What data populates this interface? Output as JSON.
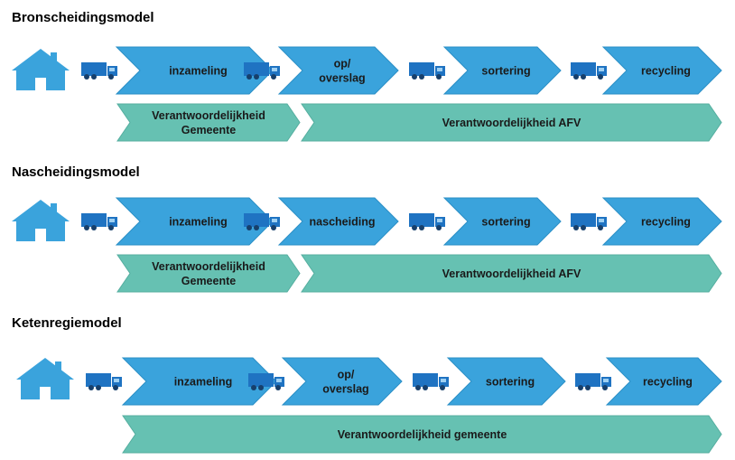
{
  "colors": {
    "arrow_fill": "#3aa3dc",
    "arrow_stroke": "#2b8fc6",
    "band_fill": "#66c1b2",
    "band_stroke": "#55ae9f",
    "house_fill": "#3aa3dc",
    "truck_fill": "#1f73c2"
  },
  "icons": {
    "house": "house-icon",
    "truck": "truck-icon"
  },
  "models": [
    {
      "title": "Bronscheidingsmodel",
      "steps": [
        [
          "inzameling"
        ],
        [
          "op/",
          "overslag"
        ],
        [
          "sortering"
        ],
        [
          "recycling"
        ]
      ],
      "bands": [
        {
          "lines": [
            "Verantwoordelijkheid",
            "Gemeente"
          ]
        },
        {
          "lines": [
            "Verantwoordelijkheid AFV"
          ]
        }
      ]
    },
    {
      "title": "Nascheidingsmodel",
      "steps": [
        [
          "inzameling"
        ],
        [
          "nascheiding"
        ],
        [
          "sortering"
        ],
        [
          "recycling"
        ]
      ],
      "bands": [
        {
          "lines": [
            "Verantwoordelijkheid",
            "Gemeente"
          ]
        },
        {
          "lines": [
            "Verantwoordelijkheid AFV"
          ]
        }
      ]
    },
    {
      "title": "Ketenregiemodel",
      "steps": [
        [
          "inzameling"
        ],
        [
          "op/",
          "overslag"
        ],
        [
          "sortering"
        ],
        [
          "recycling"
        ]
      ],
      "bands": [
        {
          "lines": [
            "Verantwoordelijkheid gemeente"
          ]
        }
      ]
    }
  ]
}
